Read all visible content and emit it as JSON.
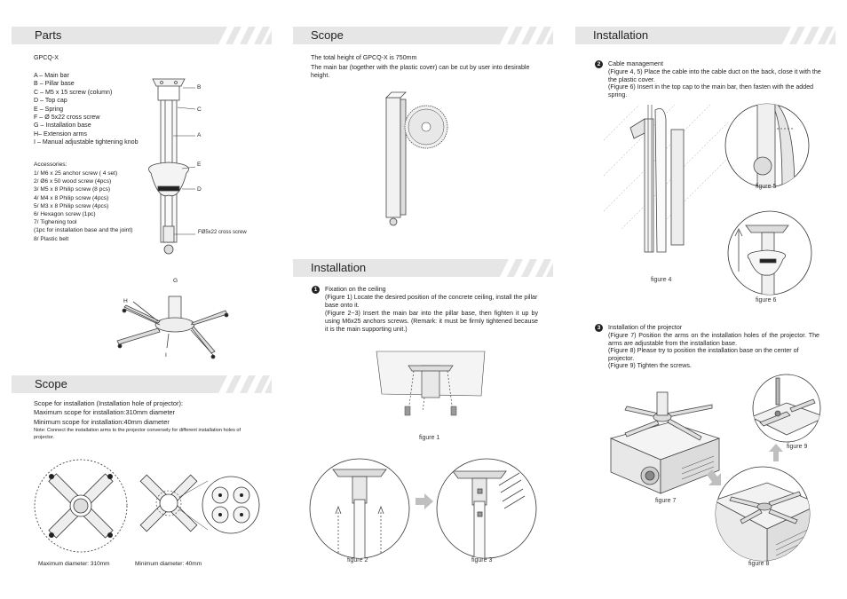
{
  "col1": {
    "parts": {
      "heading": "Parts",
      "model": "GPCQ-X",
      "items": [
        "A – Main bar",
        "B – Pillar base",
        "C – M5 x 15 screw (column)",
        "D – Top cap",
        "E – Spring",
        "F – Ø 5x22 cross screw",
        "G – Installation base",
        "H– Extension arms",
        "I – Manual adjustable tightening knob"
      ],
      "accessories_title": "Accessories:",
      "accessories": [
        "1/ M6 x 25 anchor screw ( 4 set)",
        "2/ Ø6 x 50 wood screw (4pcs)",
        "3/ M5 x 8 Philip screw (8 pcs)",
        "4/ M4 x 8 Philip screw (4pcs)",
        "5/ M3 x 8 Philip screw (4pcs)",
        "6/ Hexagon screw (1pc)",
        "7/ Tighening tool",
        "(1pc for installation base and the joint)",
        "8/ Plastic belt"
      ],
      "labels": {
        "a": "A",
        "b": "B",
        "c": "C",
        "d": "D",
        "e": "E",
        "f": "FØ5x22 cross screw",
        "g": "G",
        "h": "H",
        "i": "I"
      }
    },
    "scope": {
      "heading": "Scope",
      "line1": "Scope for installation (Installation hole of projector):",
      "line2": "Maximum scope for installation:310mm diameter",
      "line3": "Minimum scope for installation:40mm diameter",
      "note": "Note: Connect the installation arms to the projector conversely for different installation holes of projector.",
      "max_caption": "Maximum diameter: 310mm",
      "min_caption": "Minimum diameter: 40mm"
    }
  },
  "col2": {
    "scope": {
      "heading": "Scope",
      "line1": "The total height of GPCQ-X is 750mm",
      "line2": "The main bar (together with the plastic cover) can be cut by user into desirable height."
    },
    "installation": {
      "heading": "Installation",
      "step_num": "1",
      "step_title": "Fixation on the ceiling",
      "step_text1": "(Figure 1) Locate the desired position of the concrete ceiling, install the pillar base onto it.",
      "step_text2": "(Figure 2~3) Insert the main bar into the pillar base, then fighten it up by using M6x25 anchors screws. (Remark: it must be firmly tightened because it is the main supporting unit.)",
      "fig1": "figure 1",
      "fig2": "figure 2",
      "fig3": "figure 3"
    }
  },
  "col3": {
    "heading": "Installation",
    "step2_num": "2",
    "step2_title": "Cable management",
    "step2_text1": "(Figure 4, 5) Place the cable into the cable duct on the back, close it with the the plastic cover.",
    "step2_text2": "(Figure 6) Insert in the top cap to the main bar, then fasten with the added spring.",
    "fig4": "figure 4",
    "fig5": "figure 5",
    "fig6": "figure 6",
    "step3_num": "3",
    "step3_title": "Installation of the projector",
    "step3_text1": "(Figure 7) Position the arms on the installation holes of the projector. The arms are adjustable from the installation base.",
    "step3_text2": "(Figure 8) Please try to position the installation base on the center of projector.",
    "step3_text3": "(Figure 9) Tighten the screws.",
    "fig7": "figure 7",
    "fig8": "figure 8",
    "fig9": "figure 9"
  },
  "colors": {
    "header_bg": "#e6e6e6",
    "stripe": "#ffffff",
    "text": "#222222",
    "arrow": "#bfbfbf"
  }
}
